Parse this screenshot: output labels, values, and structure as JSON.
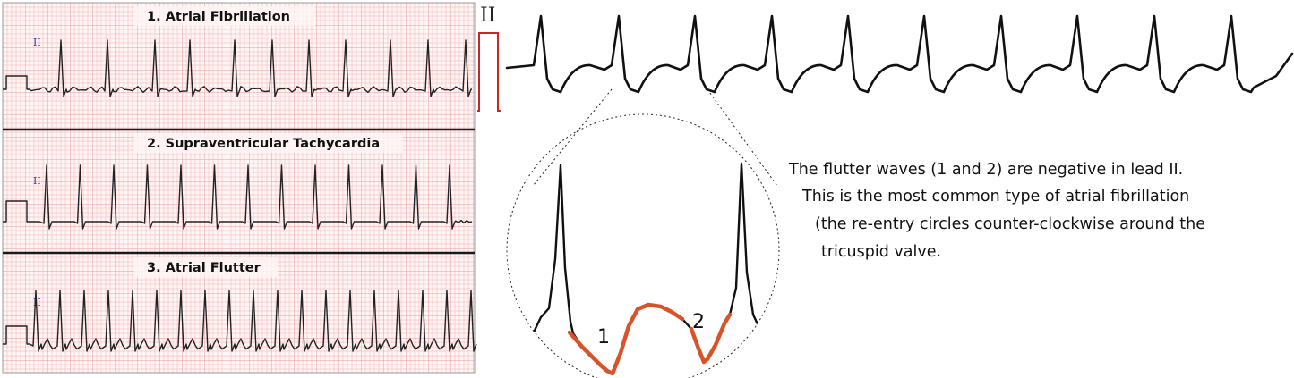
{
  "strips": [
    {
      "title": "1. Atrial Fibrillation",
      "lead": "II",
      "rhythm": "irregular"
    },
    {
      "title": "2. Supraventricular Tachycardia",
      "lead": "II",
      "rhythm": "regular"
    },
    {
      "title": "3. Atrial Flutter",
      "lead": "II",
      "rhythm": "flutter"
    }
  ],
  "enlarged": {
    "lead": "II",
    "flutter_wave_labels": [
      "1",
      "2"
    ],
    "highlight_color": "#d9532a",
    "calibration_color": "#c62828"
  },
  "explanation": [
    "The flutter waves (1 and 2) are negative in lead II.",
    "This is the most common type of atrial fibrillation",
    "(the re-entry circles counter-clockwise around the",
    "tricuspid valve."
  ],
  "colors": {
    "grid_minor": "#f6c4c4",
    "grid_major": "#ea9a9a",
    "paper": "#fff5f5",
    "trace": "#222222",
    "separator": "#1a1a1a"
  }
}
